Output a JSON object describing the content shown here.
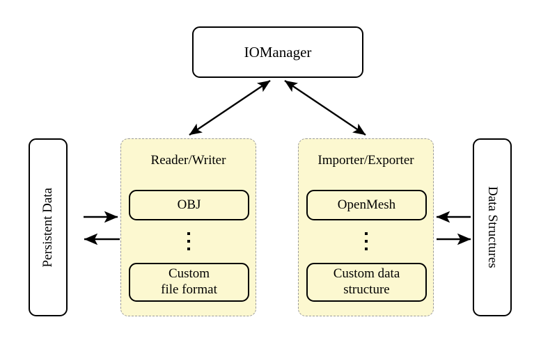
{
  "diagram": {
    "title_node": {
      "label": "IOManager"
    },
    "left_side_node": {
      "label": "Persistent Data"
    },
    "right_side_node": {
      "label": "Data Structures"
    },
    "groups": [
      {
        "id": "reader-writer",
        "title": "Reader/Writer",
        "items": [
          {
            "label": "OBJ"
          },
          {
            "label": "Custom\nfile format",
            "line1": "Custom",
            "line2": "file format"
          }
        ],
        "ellipsis": "⋮"
      },
      {
        "id": "importer-exporter",
        "title": "Importer/Exporter",
        "items": [
          {
            "label": "OpenMesh"
          },
          {
            "label": "Custom data\nstructure",
            "line1": "Custom data",
            "line2": "structure"
          }
        ],
        "ellipsis": "⋮"
      }
    ],
    "connections": [
      {
        "name": "iomanager-to-reader-writer",
        "style": "double-headed-arrow"
      },
      {
        "name": "iomanager-to-importer-exporter",
        "style": "double-headed-arrow"
      },
      {
        "name": "persistent-data-to-reader-writer",
        "style": "arrow-right"
      },
      {
        "name": "reader-writer-to-persistent-data",
        "style": "arrow-left"
      },
      {
        "name": "data-structures-to-importer-exporter",
        "style": "arrow-left"
      },
      {
        "name": "importer-exporter-to-data-structures",
        "style": "arrow-right"
      }
    ],
    "colors": {
      "group_fill": "#fcf8d0",
      "group_border": "#9a9a9a",
      "node_border": "#000000",
      "background": "#ffffff",
      "text": "#000000"
    }
  }
}
